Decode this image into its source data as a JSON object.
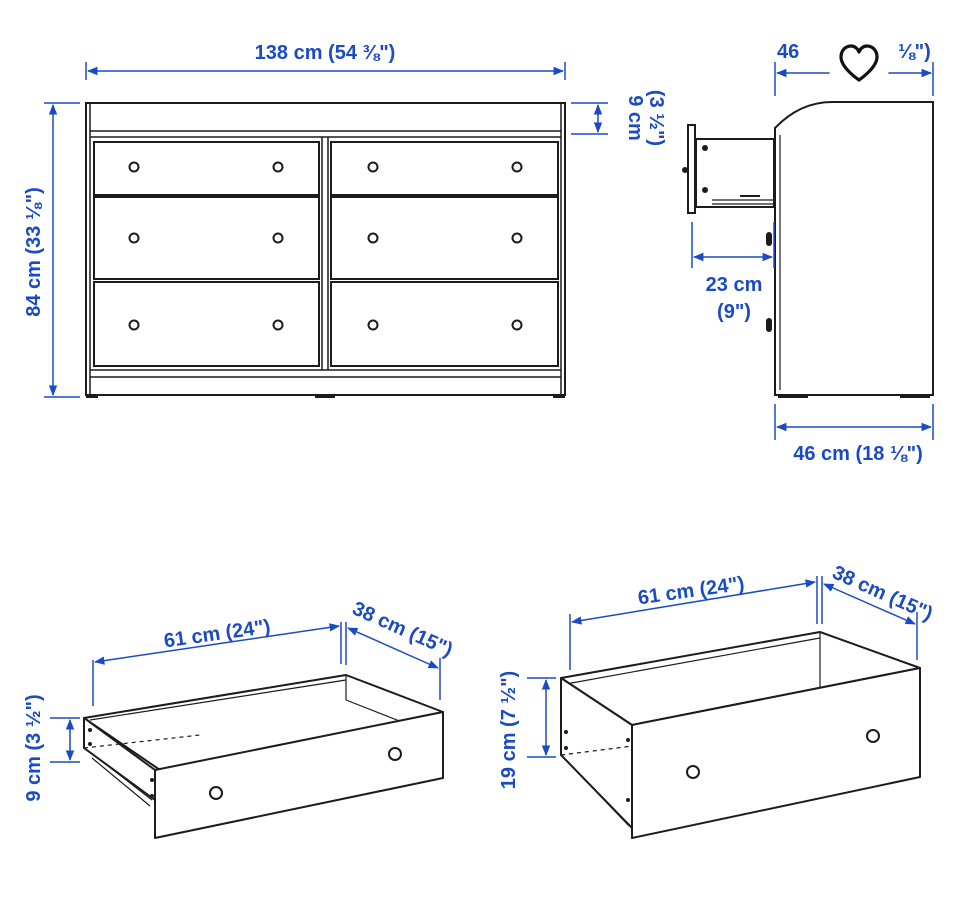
{
  "colors": {
    "dimension": "#1a4bc4",
    "line": "#1c1c1c",
    "background": "#ffffff"
  },
  "icons": {
    "favorite": "heart-outline-icon"
  },
  "front_view": {
    "width_label": "138 cm (54 ⅜\")",
    "height_label": "84 cm (33 ⅛\")",
    "top_gap_cm": "9 cm",
    "top_gap_in": "(3 ½\")"
  },
  "side_view": {
    "top_depth_label": "46",
    "top_depth_cut_label": "⅛\")",
    "drawer_extension_cm": "23 cm",
    "drawer_extension_in": "(9\")",
    "depth_label": "46 cm (18 ⅛\")"
  },
  "small_drawer": {
    "width_label": "61 cm (24\")",
    "depth_label": "38 cm (15\")",
    "height_label": "9 cm (3 ½\")"
  },
  "large_drawer": {
    "width_label": "61 cm (24\")",
    "depth_label": "38 cm (15\")",
    "height_label": "19 cm (7 ½\")"
  }
}
